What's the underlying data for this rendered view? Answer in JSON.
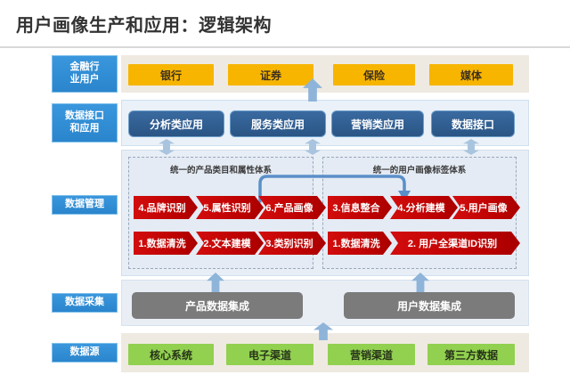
{
  "title": "用户画像生产和应用：逻辑架构",
  "sidebar": {
    "items": [
      {
        "label": "金融行\n业用户",
        "name": "financial-users"
      },
      {
        "label": "数据接口\n和应用",
        "name": "data-interface-apps"
      },
      {
        "label": "数据管理",
        "name": "data-management"
      },
      {
        "label": "数据采集",
        "name": "data-collection"
      },
      {
        "label": "数据源",
        "name": "data-source"
      }
    ],
    "labels": {
      "financial_users": "金融行业用户",
      "data_interface_apps": "数据接口和应用",
      "data_management": "数据管理",
      "data_collection": "数据采集",
      "data_source": "数据源"
    }
  },
  "users_row": {
    "items": [
      {
        "label": "银行"
      },
      {
        "label": "证券"
      },
      {
        "label": "保险"
      },
      {
        "label": "媒体"
      }
    ]
  },
  "apps_row": {
    "items": [
      {
        "label": "分析类应用"
      },
      {
        "label": "服务类应用"
      },
      {
        "label": "营销类应用"
      },
      {
        "label": "数据接口"
      }
    ]
  },
  "management": {
    "left_panel": {
      "title": "统一的产品类目和属性体系",
      "top_steps": [
        {
          "label": "4.品牌识别"
        },
        {
          "label": "5.属性识别"
        },
        {
          "label": "6.产品画像"
        }
      ],
      "bottom_steps": [
        {
          "label": "1.数据清洗"
        },
        {
          "label": "2.文本建模"
        },
        {
          "label": "3.类别识别"
        }
      ]
    },
    "right_panel": {
      "title": "统一的用户画像标签体系",
      "top_steps": [
        {
          "label": "3.信息整合"
        },
        {
          "label": "4.分析建模"
        },
        {
          "label": "5.用户画像"
        }
      ],
      "bottom_steps": [
        {
          "label": "1.数据清洗"
        },
        {
          "label": "2. 用户全渠道ID识别"
        }
      ]
    }
  },
  "collection_row": {
    "items": [
      {
        "label": "产品数据集成"
      },
      {
        "label": "用户数据集成"
      }
    ]
  },
  "source_row": {
    "items": [
      {
        "label": "核心系统"
      },
      {
        "label": "电子渠道"
      },
      {
        "label": "营销渠道"
      },
      {
        "label": "第三方数据"
      }
    ]
  },
  "colors": {
    "orange": "#f7b500",
    "blue": "#2f5c8f",
    "red": "#c00000",
    "green": "#92d050",
    "gray": "#7b7b7b",
    "sidebar_blue": "#2f8fd8",
    "arrow_blue": "#8fb4d9"
  }
}
